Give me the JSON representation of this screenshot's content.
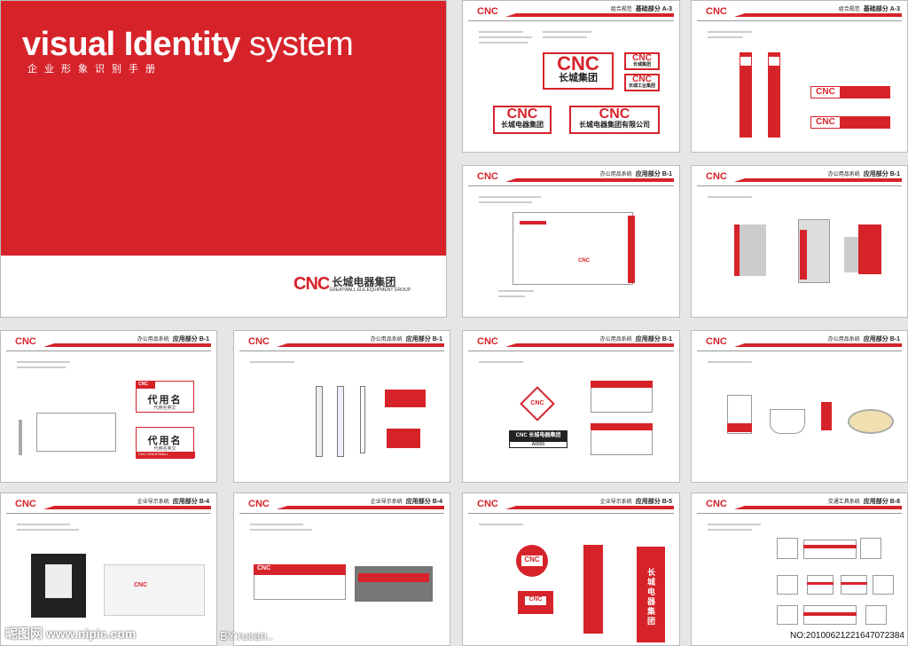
{
  "cover": {
    "title_bold": "visual Identity",
    "title_light": " system",
    "subtitle": "企业形象识别手册",
    "logo_mark": "CNC",
    "logo_cn": "长城电器集团",
    "logo_en": "GREATWALL ELE.EQUIPMENT GROUP"
  },
  "logo_mark": "CNC",
  "pages": [
    {
      "category": "组合规范",
      "section": "基础部分 A-3"
    },
    {
      "category": "组合规范",
      "section": "基础部分 A-3"
    },
    {
      "category": "办公用品系统",
      "section": "应用部分 B-1"
    },
    {
      "category": "办公用品系统",
      "section": "应用部分 B-1"
    },
    {
      "category": "办公用品系统",
      "section": "应用部分 B-1"
    },
    {
      "category": "办公用品系统",
      "section": "应用部分 B-1"
    },
    {
      "category": "办公用品系统",
      "section": "应用部分 B-1"
    },
    {
      "category": "办公用品系统",
      "section": "应用部分 B-1"
    },
    {
      "category": "企业导示系统",
      "section": "应用部分 B-4"
    },
    {
      "category": "企业导示系统",
      "section": "应用部分 B-4"
    },
    {
      "category": "企业导示系统",
      "section": "应用部分 B-5"
    },
    {
      "category": "交通工具系统",
      "section": "应用部分 B-8"
    }
  ],
  "logos": {
    "cn_short": "长城集团",
    "cn_full": "长城电器集团",
    "cn_industrial": "长城工业集团",
    "cn_company": "长城电器集团有限公司",
    "vertical_cn": "长城电器集团"
  },
  "nameplate": {
    "name": "代用名",
    "sub": "代用名英文",
    "foot": "CNC GREATWALL"
  },
  "badge": {
    "label": "长城电器集团",
    "number": "A0000"
  },
  "watermark": {
    "left": "昵图网 www.nipic.com",
    "by": "BY:rucan..",
    "no": "NO:20100621221647072384"
  }
}
